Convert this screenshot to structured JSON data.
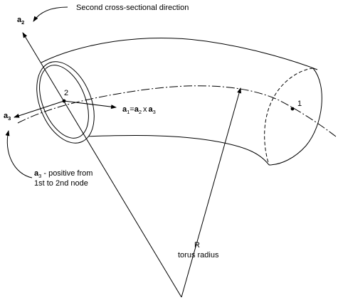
{
  "diagram": {
    "label_second_direction": "Second cross-sectional direction",
    "label_a2": {
      "base": "a",
      "sub": "2"
    },
    "label_a3": {
      "base": "a",
      "sub": "3"
    },
    "label_a1_eq": {
      "a1": "a",
      "a1_sub": "1",
      "eq": "=",
      "a2": "a",
      "a2_sub": "2",
      "x": "x",
      "a3": "a",
      "a3_sub": "3"
    },
    "label_a3_note_line1_symbol": "a",
    "label_a3_note_line1_sub": "3",
    "label_a3_note_line1_text": " - positive from",
    "label_a3_note_line2": "1st to 2nd node",
    "label_node_2": "2",
    "label_node_1": "1",
    "label_R": "R",
    "label_torus_radius": "torus radius",
    "stroke_color": "#000000"
  }
}
